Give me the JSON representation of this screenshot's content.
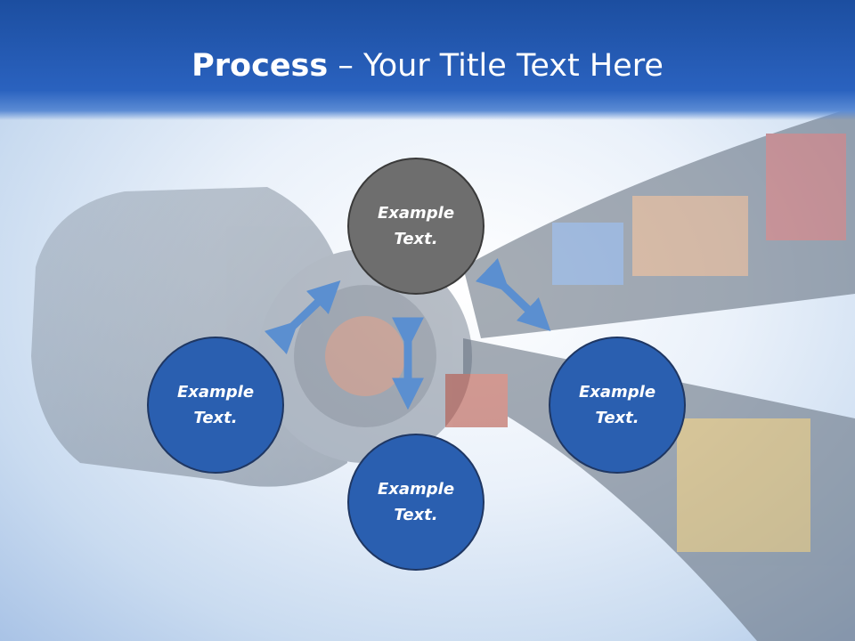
{
  "title": {
    "bold": "Process",
    "rest": " – Your Title Text Here"
  },
  "nodes": {
    "top": {
      "line1": "Example",
      "line2": "Text."
    },
    "left": {
      "line1": "Example",
      "line2": "Text."
    },
    "right": {
      "line1": "Example",
      "line2": "Text."
    },
    "bottom": {
      "line1": "Example",
      "line2": "Text."
    }
  },
  "colors": {
    "header": "#2a62bf",
    "node_top": "#6e6e6e",
    "node_blue": "#2a5fb0",
    "arrow": "#5b8fd0"
  }
}
